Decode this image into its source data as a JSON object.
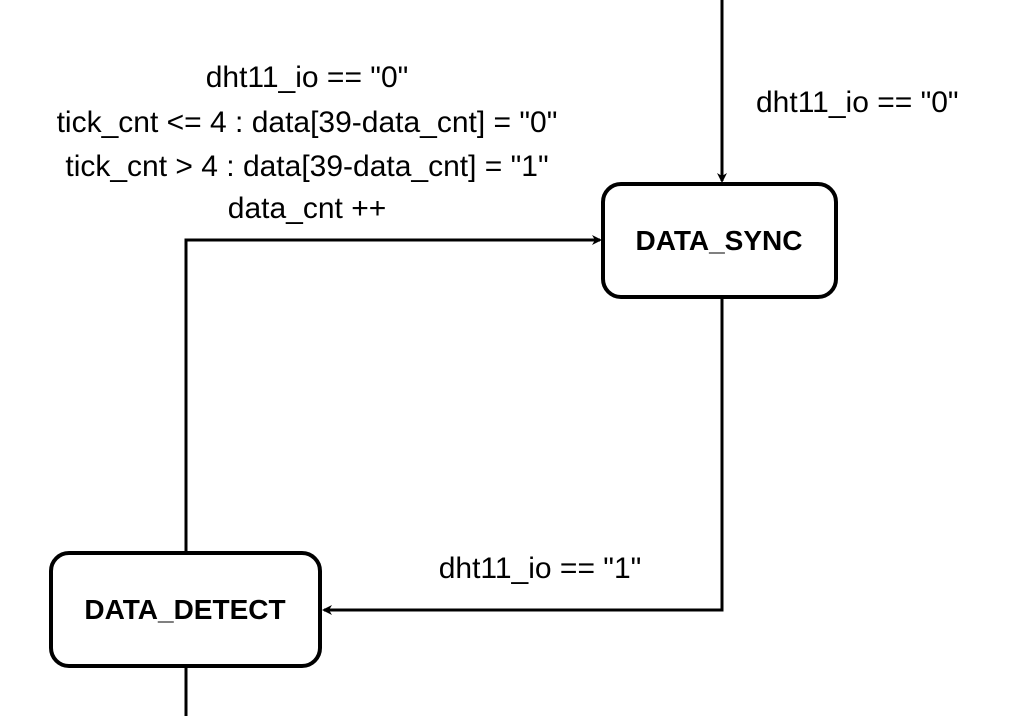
{
  "diagram": {
    "type": "state-machine",
    "colors": {
      "stroke": "#000000",
      "fill": "#ffffff",
      "text": "#000000",
      "background": "#ffffff"
    },
    "nodes": {
      "data_sync": {
        "label": "DATA_SYNC"
      },
      "data_detect": {
        "label": "DATA_DETECT"
      }
    },
    "edges": {
      "into_sync": {
        "from": "(previous state)",
        "to": "DATA_SYNC",
        "label": "dht11_io == \"0\""
      },
      "sync_to_detect": {
        "from": "DATA_SYNC",
        "to": "DATA_DETECT",
        "label": "dht11_io == \"1\""
      },
      "detect_to_sync": {
        "from": "DATA_DETECT",
        "to": "DATA_SYNC",
        "label_lines": [
          "dht11_io == \"0\"",
          "tick_cnt <= 4 : data[39-data_cnt] = \"0\"",
          "tick_cnt > 4 : data[39-data_cnt] = \"1\"",
          "data_cnt ++"
        ]
      },
      "detect_out": {
        "from": "DATA_DETECT",
        "to": "(next state)"
      }
    }
  }
}
